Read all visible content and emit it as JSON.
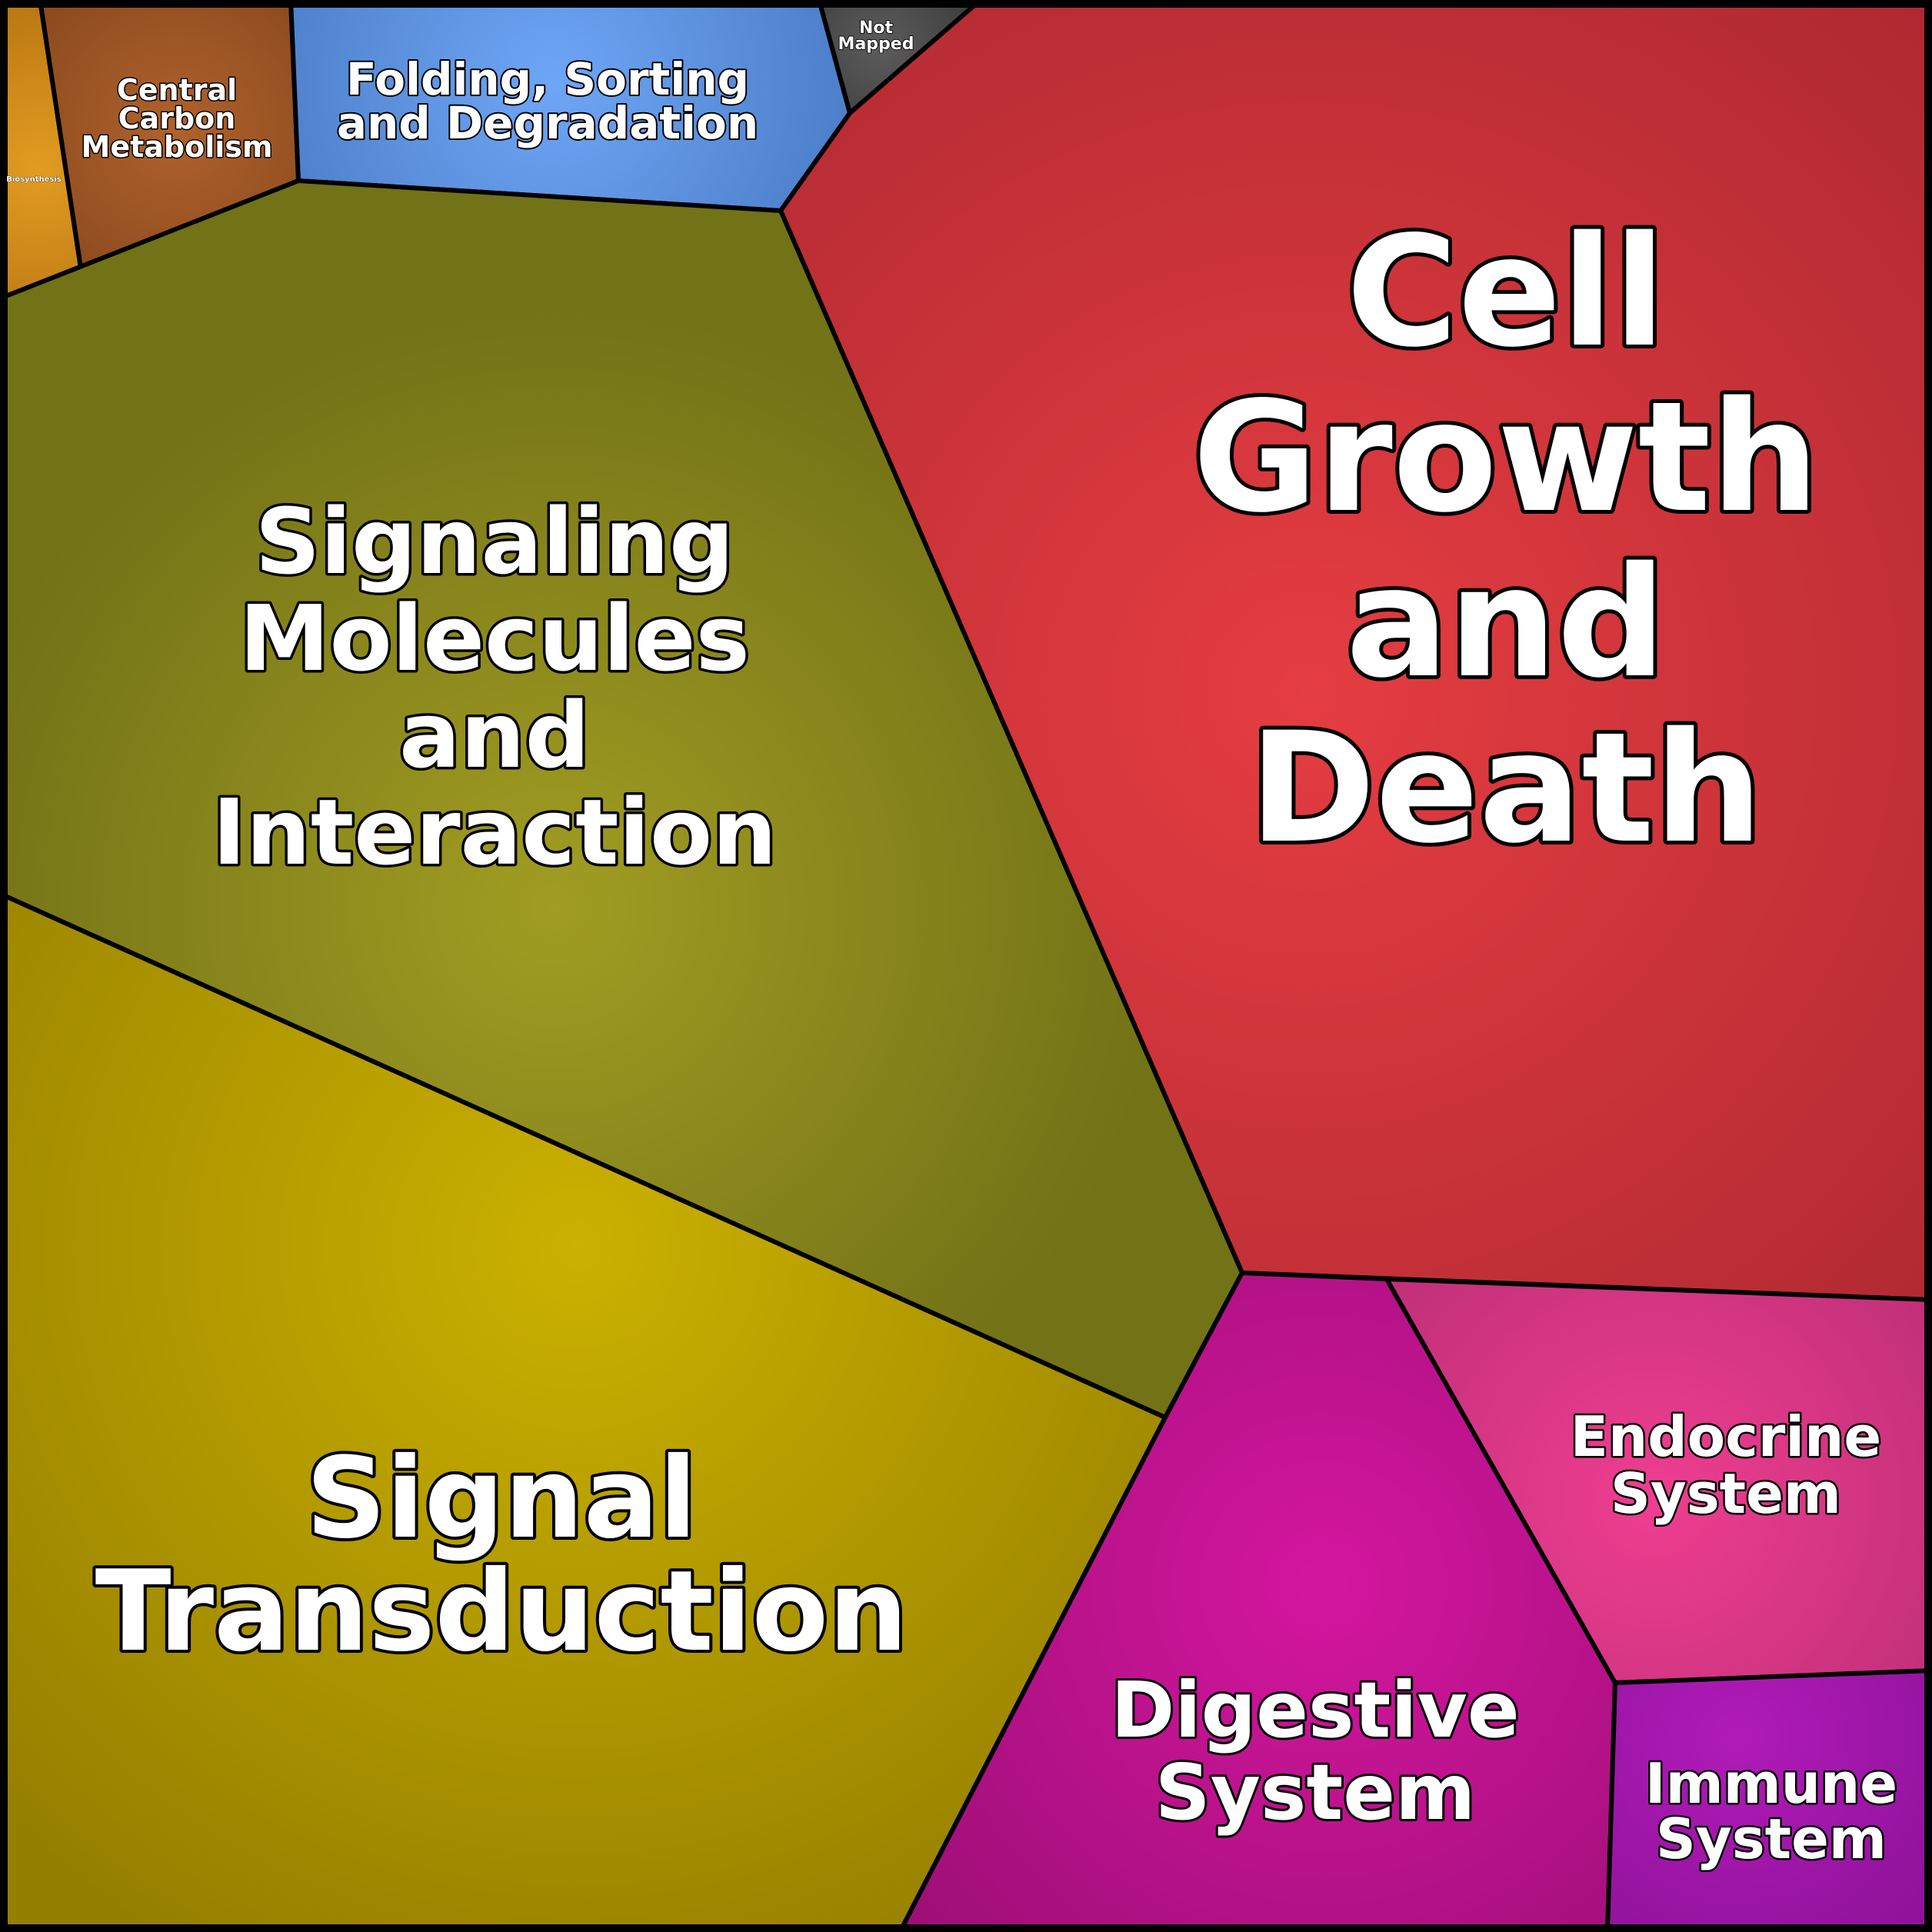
{
  "diagram": {
    "type": "voronoi-treemap",
    "regions": [
      {
        "key": "biosynthesis",
        "label": [
          "Biosynthesis"
        ],
        "color_center": "#e29c22",
        "color_edge": "#b2700e"
      },
      {
        "key": "central-carbon-metabolism",
        "label": [
          "Central",
          "Carbon",
          "Metabolism"
        ],
        "color_center": "#b0622c",
        "color_edge": "#81431b"
      },
      {
        "key": "folding-sorting-degradation",
        "label": [
          "Folding, Sorting",
          "and Degradation"
        ],
        "color_center": "#6ea6f6",
        "color_edge": "#4171b9"
      },
      {
        "key": "not-mapped",
        "label": [
          "Not",
          "Mapped"
        ],
        "color_center": "#5c5c5c",
        "color_edge": "#333333"
      },
      {
        "key": "cell-growth-and-death",
        "label": [
          "Cell",
          "Growth",
          "and",
          "Death"
        ],
        "color_center": "#e53d41",
        "color_edge": "#ad2831"
      },
      {
        "key": "signaling-molecules-and-interaction",
        "label": [
          "Signaling",
          "Molecules",
          "and",
          "Interaction"
        ],
        "color_center": "#a19d22",
        "color_edge": "#727217"
      },
      {
        "key": "signal-transduction",
        "label": [
          "Signal",
          "Transduction"
        ],
        "color_center": "#cbb100",
        "color_edge": "#957f00"
      },
      {
        "key": "digestive-system",
        "label": [
          "Digestive",
          "System"
        ],
        "color_center": "#d4169f",
        "color_edge": "#9d0f76"
      },
      {
        "key": "endocrine-system",
        "label": [
          "Endocrine",
          "System"
        ],
        "color_center": "#ef3e91",
        "color_edge": "#b52c73"
      },
      {
        "key": "immune-system",
        "label": [
          "Immune",
          "System"
        ],
        "color_center": "#b01bb8",
        "color_edge": "#7e0e8a"
      }
    ],
    "border_color": "#000000",
    "text_color": "#ffffff"
  }
}
